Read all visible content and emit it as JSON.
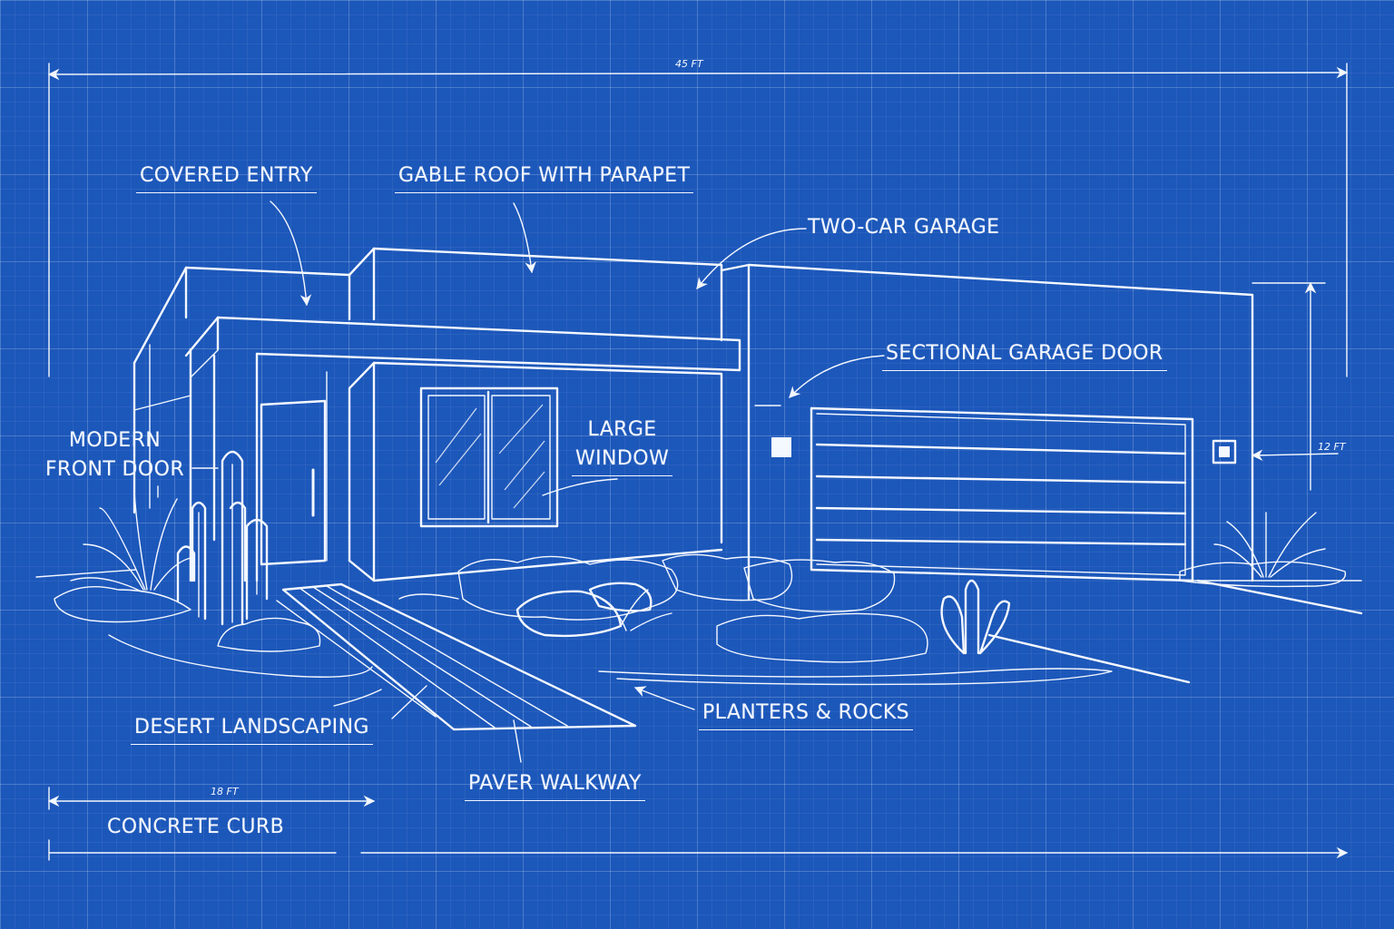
{
  "labels": {
    "covered_entry": "COVERED ENTRY",
    "gable_roof": "GABLE ROOF WITH PARAPET",
    "two_car_garage": "TWO-CAR GARAGE",
    "sectional_garage_door": "SECTIONAL GARAGE DOOR",
    "modern_front_door_line1": "MODERN",
    "modern_front_door_line2": "FRONT DOOR",
    "large_window_line1": "LARGE",
    "large_window_line2": "WINDOW",
    "desert_landscaping": "DESERT LANDSCAPING",
    "planters_rocks": "PLANTERS & ROCKS",
    "paver_walkway": "PAVER WALKWAY",
    "concrete_curb": "CONCRETE CURB"
  },
  "dimensions": {
    "overall_width": "45 FT",
    "height": "12 FT",
    "curb_length": "18 FT"
  },
  "colors": {
    "blueprint_background": "#1c57ba",
    "linework": "#f4f8ff"
  }
}
